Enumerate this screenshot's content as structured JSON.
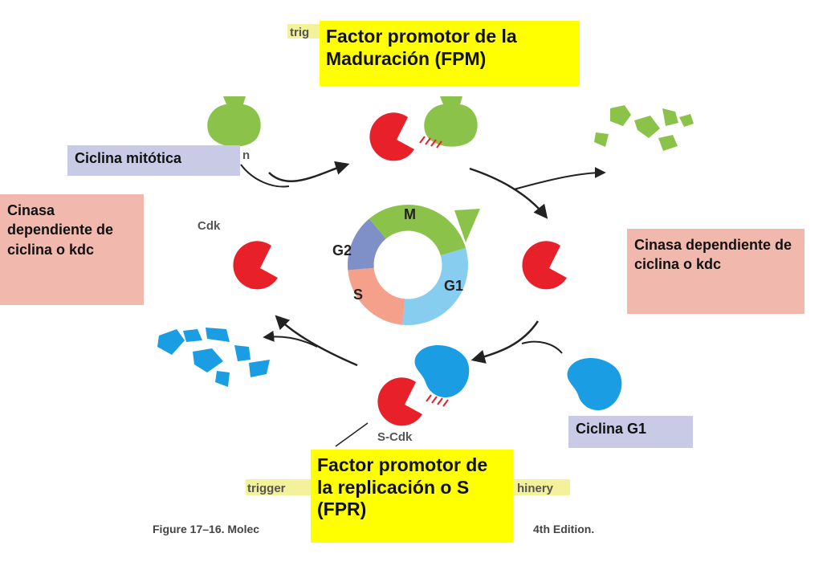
{
  "labels": {
    "fpm": "Factor promotor de la Maduración (FPM)",
    "fpr": "Factor promotor de la replicación o S (FPR)",
    "mitotic_cyclin": "Ciclina mitótica",
    "g1_cyclin": "Ciclina G1",
    "cdk_left": "Cinasa dependiente de ciclina o kdc",
    "cdk_right": "Cinasa dependiente de ciclina o kdc"
  },
  "figure_text": {
    "top_fragment": "trig",
    "cdk": "Cdk",
    "scdk": "S-Cdk",
    "bottom_left_fragment": "trigger",
    "bottom_right_fragment": "hinery",
    "caption_left": "Figure 17–16. Molec",
    "caption_right": "4th Edition.",
    "mitotic_fragment": "n"
  },
  "cycle_phases": [
    "M",
    "G1",
    "S",
    "G2"
  ],
  "colors": {
    "cdk_red": "#e8202a",
    "mitotic_green": "#8bc34a",
    "g1_blue": "#1a9de3",
    "phase_M": "#8bc34a",
    "phase_G1": "#86cdf0",
    "phase_S": "#f4a08a",
    "phase_G2": "#7f8fc8",
    "highlight_yellow": "#ffff00",
    "label_lavender": "#c9cbe6",
    "label_pink": "#f1b9ad"
  }
}
